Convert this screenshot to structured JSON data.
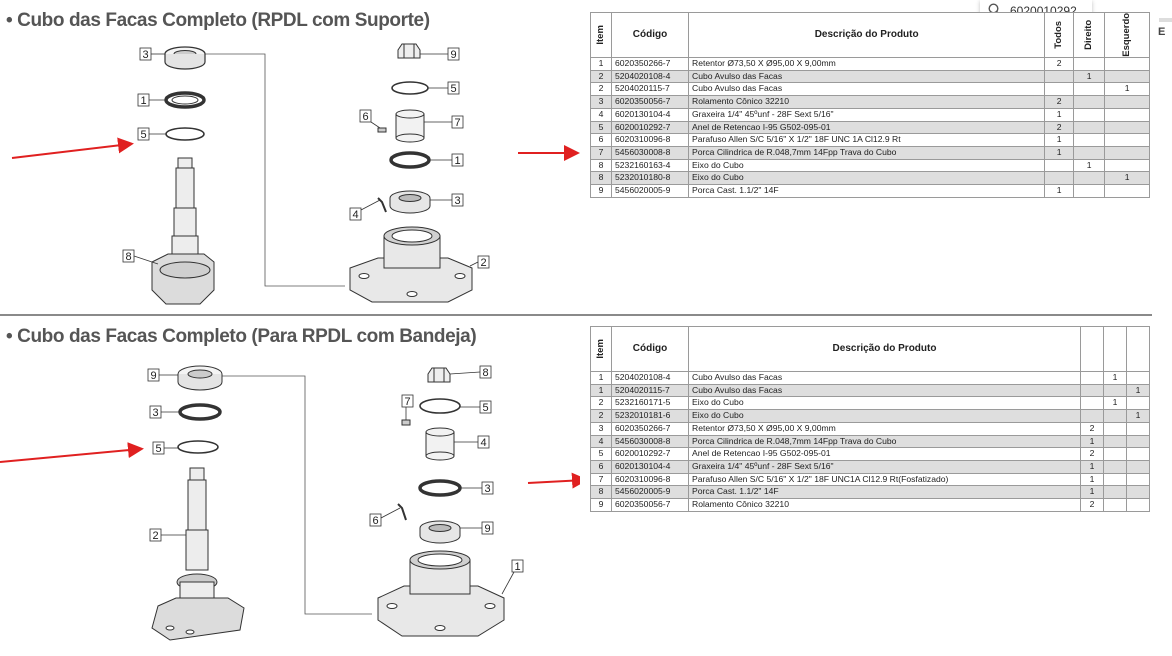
{
  "search": {
    "query": "6020010292"
  },
  "edge_char": "E",
  "colors": {
    "arrow": "#e02020",
    "row_shade": "#dedede"
  },
  "section1": {
    "title": "• Cubo das Facas Completo (RPDL com Suporte)",
    "table": {
      "headers": {
        "item": "Item",
        "code": "Código",
        "description": "Descrição do Produto",
        "todos": "Todos",
        "direito": "Direito",
        "esquerdo": "Esquerdo"
      },
      "rows": [
        {
          "item": "1",
          "code": "6020350266-7",
          "desc": "Retentor Ø73,50 X Ø95,00 X 9,00mm",
          "todos": "2",
          "direito": "",
          "esquerdo": "",
          "shade": false
        },
        {
          "item": "2",
          "code": "5204020108-4",
          "desc": "Cubo Avulso das Facas",
          "todos": "",
          "direito": "1",
          "esquerdo": "",
          "shade": true
        },
        {
          "item": "2",
          "code": "5204020115-7",
          "desc": "Cubo Avulso das Facas",
          "todos": "",
          "direito": "",
          "esquerdo": "1",
          "shade": false
        },
        {
          "item": "3",
          "code": "6020350056-7",
          "desc": "Rolamento Cônico 32210",
          "todos": "2",
          "direito": "",
          "esquerdo": "",
          "shade": true
        },
        {
          "item": "4",
          "code": "6020130104-4",
          "desc": "Graxeira 1/4\" 45ºunf - 28F Sext 5/16\"",
          "todos": "1",
          "direito": "",
          "esquerdo": "",
          "shade": false
        },
        {
          "item": "5",
          "code": "6020010292-7",
          "desc": "Anel de Retencao I-95 G502-095-01",
          "todos": "2",
          "direito": "",
          "esquerdo": "",
          "shade": true
        },
        {
          "item": "6",
          "code": "6020310096-8",
          "desc": "Parafuso Allen S/C 5/16\" X 1/2\" 18F UNC 1A Cl12.9 Rt",
          "todos": "1",
          "direito": "",
          "esquerdo": "",
          "shade": false
        },
        {
          "item": "7",
          "code": "5456030008-8",
          "desc": "Porca Cilindrica de R.048,7mm 14Fpp Trava do Cubo",
          "todos": "1",
          "direito": "",
          "esquerdo": "",
          "shade": true
        },
        {
          "item": "8",
          "code": "5232160163-4",
          "desc": "Eixo do Cubo",
          "todos": "",
          "direito": "1",
          "esquerdo": "",
          "shade": false
        },
        {
          "item": "8",
          "code": "5232010180-8",
          "desc": "Eixo do Cubo",
          "todos": "",
          "direito": "",
          "esquerdo": "1",
          "shade": true
        },
        {
          "item": "9",
          "code": "5456020005-9",
          "desc": "Porca Cast. 1.1/2\" 14F",
          "todos": "1",
          "direito": "",
          "esquerdo": "",
          "shade": false
        }
      ]
    },
    "callouts": {
      "c1": "3",
      "c2": "1",
      "c3": "5",
      "c4": "8",
      "c5": "9",
      "c6": "5",
      "c7": "6",
      "c8": "7",
      "c9": "1",
      "c10": "4",
      "c11": "3",
      "c12": "2"
    }
  },
  "section2": {
    "title": "• Cubo das Facas Completo (Para RPDL com Bandeja)",
    "table": {
      "headers": {
        "item": "Item",
        "code": "Código",
        "description": "Descrição do Produto"
      },
      "rows": [
        {
          "item": "1",
          "code": "5204020108-4",
          "desc": "Cubo Avulso das Facas",
          "todos": "",
          "direito": "1",
          "esquerdo": "",
          "shade": false
        },
        {
          "item": "1",
          "code": "5204020115-7",
          "desc": "Cubo Avulso das Facas",
          "todos": "",
          "direito": "",
          "esquerdo": "1",
          "shade": true
        },
        {
          "item": "2",
          "code": "5232160171-5",
          "desc": "Eixo do Cubo",
          "todos": "",
          "direito": "1",
          "esquerdo": "",
          "shade": false
        },
        {
          "item": "2",
          "code": "5232010181-6",
          "desc": "Eixo do Cubo",
          "todos": "",
          "direito": "",
          "esquerdo": "1",
          "shade": true
        },
        {
          "item": "3",
          "code": "6020350266-7",
          "desc": "Retentor Ø73,50 X Ø95,00 X 9,00mm",
          "todos": "2",
          "direito": "",
          "esquerdo": "",
          "shade": false
        },
        {
          "item": "4",
          "code": "5456030008-8",
          "desc": "Porca Cilindrica de R.048,7mm 14Fpp Trava do Cubo",
          "todos": "1",
          "direito": "",
          "esquerdo": "",
          "shade": true
        },
        {
          "item": "5",
          "code": "6020010292-7",
          "desc": "Anel de Retencao I-95 G502-095-01",
          "todos": "2",
          "direito": "",
          "esquerdo": "",
          "shade": false
        },
        {
          "item": "6",
          "code": "6020130104-4",
          "desc": "Graxeira 1/4\" 45ºunf - 28F Sext 5/16\"",
          "todos": "1",
          "direito": "",
          "esquerdo": "",
          "shade": true
        },
        {
          "item": "7",
          "code": "6020310096-8",
          "desc": "Parafuso Allen S/C 5/16\" X 1/2\" 18F UNC1A Cl12.9 Rt(Fosfatizado)",
          "todos": "1",
          "direito": "",
          "esquerdo": "",
          "shade": false
        },
        {
          "item": "8",
          "code": "5456020005-9",
          "desc": "Porca Cast. 1.1/2\" 14F",
          "todos": "1",
          "direito": "",
          "esquerdo": "",
          "shade": true
        },
        {
          "item": "9",
          "code": "6020350056-7",
          "desc": "Rolamento Cônico 32210",
          "todos": "2",
          "direito": "",
          "esquerdo": "",
          "shade": false
        }
      ]
    },
    "callouts": {
      "c1": "9",
      "c2": "3",
      "c3": "5",
      "c4": "2",
      "c5": "8",
      "c6": "7",
      "c7": "5",
      "c8": "4",
      "c9": "3",
      "c10": "6",
      "c11": "9",
      "c12": "1"
    }
  }
}
